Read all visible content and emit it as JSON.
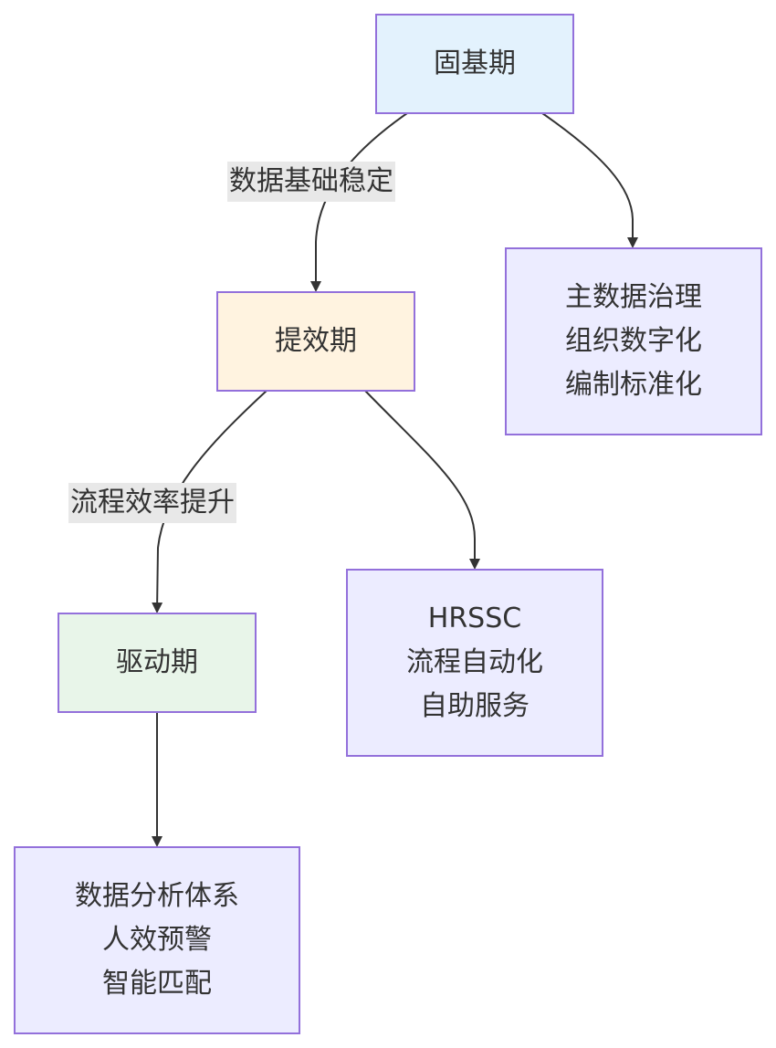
{
  "nodes": {
    "gujiqi": {
      "label": "固基期",
      "fill": "#e3f2fd"
    },
    "tixiaoqi": {
      "label": "提效期",
      "fill": "#fff3e0"
    },
    "qudongqi": {
      "label": "驱动期",
      "fill": "#e8f5e9"
    },
    "mdm": {
      "lines": [
        "主数据治理",
        "组织数字化",
        "编制标准化"
      ],
      "fill": "#ececff"
    },
    "hrssc": {
      "lines": [
        "HRSSC",
        "流程自动化",
        "自助服务"
      ],
      "fill": "#ececff"
    },
    "analytics": {
      "lines": [
        "数据分析体系",
        "人效预警",
        "智能匹配"
      ],
      "fill": "#ececff"
    }
  },
  "edge_labels": {
    "data_stable": "数据基础稳定",
    "process_efficiency": "流程效率提升"
  },
  "colors": {
    "border": "#9370db",
    "edge": "#333333",
    "label_bg": "#e8e8e8"
  }
}
